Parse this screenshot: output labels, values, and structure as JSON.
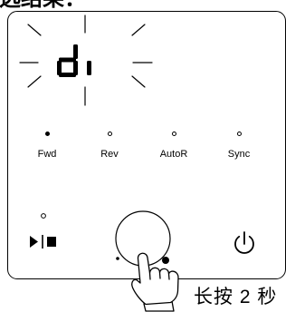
{
  "caption": "选结果：",
  "display": {
    "text": "di",
    "blinking": true
  },
  "indicators": [
    {
      "label": "Fwd",
      "led": "on"
    },
    {
      "label": "Rev",
      "led": "off"
    },
    {
      "label": "AutoR",
      "led": "off"
    },
    {
      "label": "Sync",
      "led": "off"
    }
  ],
  "play_stop": {
    "led": "off",
    "icon": "play-stop-icon"
  },
  "center_button": {
    "icon": "pointing-hand-icon"
  },
  "power": {
    "icon": "power-icon"
  },
  "instruction": "长按 2 秒",
  "colors": {
    "ink": "#000000",
    "paper": "#ffffff"
  }
}
